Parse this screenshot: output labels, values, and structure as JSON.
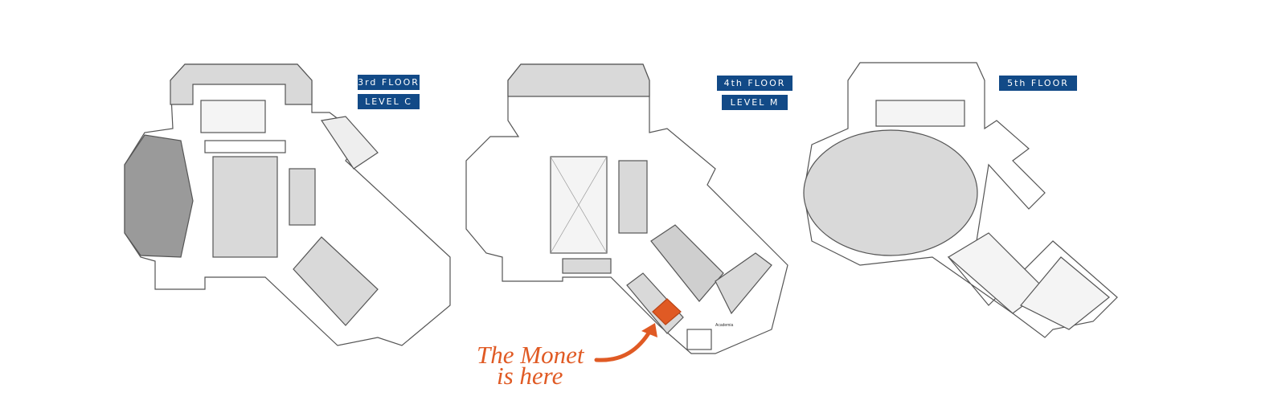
{
  "floors": [
    {
      "floor_label": "3rd FLOOR",
      "level_label": "LEVEL C"
    },
    {
      "floor_label": "4th FLOOR",
      "level_label": "LEVEL M",
      "room_label": "Academia"
    },
    {
      "floor_label": "5th FLOOR"
    }
  ],
  "callout": {
    "line1": "The Monet",
    "line2": "is here"
  },
  "colors": {
    "label_bg": "#124a87",
    "highlight": "#e05a24",
    "room_fill": "#d9d9d9",
    "wall": "#555555"
  }
}
